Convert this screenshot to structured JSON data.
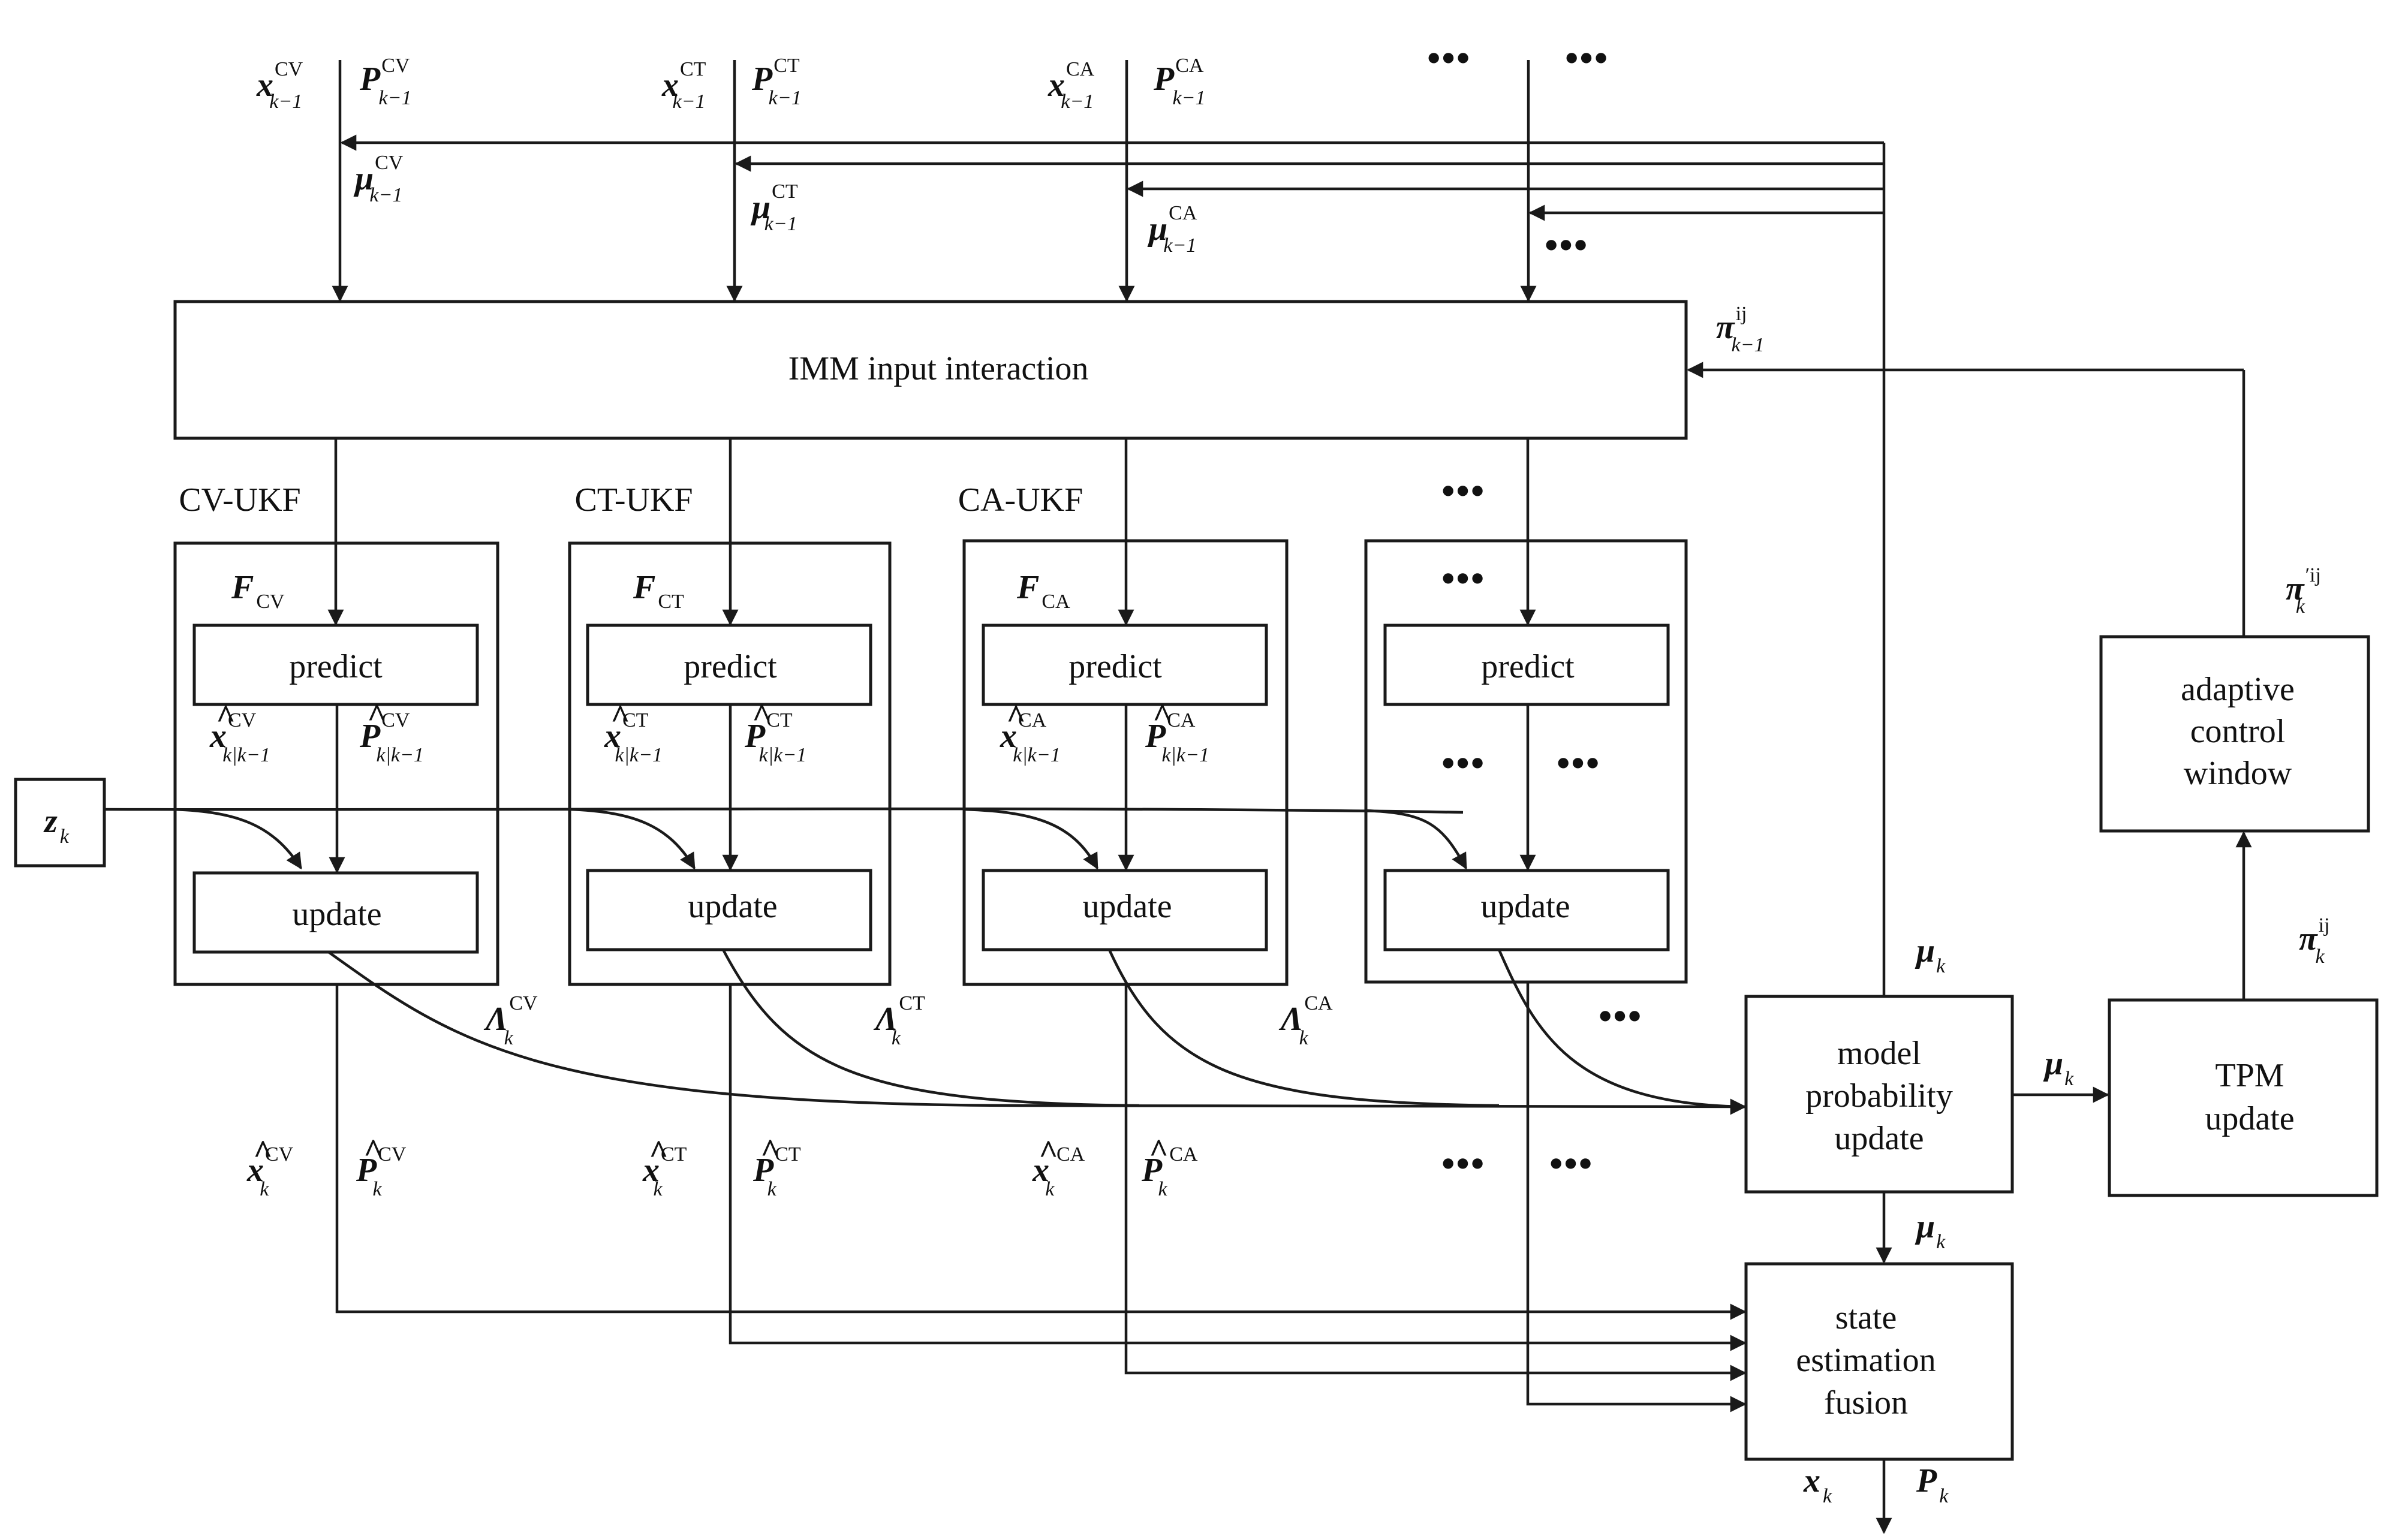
{
  "boxes": {
    "imm": "IMM input interaction",
    "cv_title": "CV-UKF",
    "ct_title": "CT-UKF",
    "ca_title": "CA-UKF",
    "predict": "predict",
    "update": "update",
    "model_prob": [
      "model",
      "probability",
      "update"
    ],
    "tpm": [
      "TPM",
      "update"
    ],
    "adaptive": [
      "adaptive",
      "control",
      "window"
    ],
    "fusion": [
      "state",
      "estimation",
      "fusion"
    ]
  },
  "symbols": {
    "x": "x",
    "P": "P",
    "mu": "μ",
    "pi": "π",
    "F": "F",
    "Lambda": "Λ",
    "z": "z",
    "CV": "CV",
    "CT": "CT",
    "CA": "CA",
    "k": "k",
    "km1": "k−1",
    "kk1": "k|k−1",
    "ij": "ij",
    "pij": "′ij",
    "hat": "^",
    "ellipsis": "•••"
  }
}
